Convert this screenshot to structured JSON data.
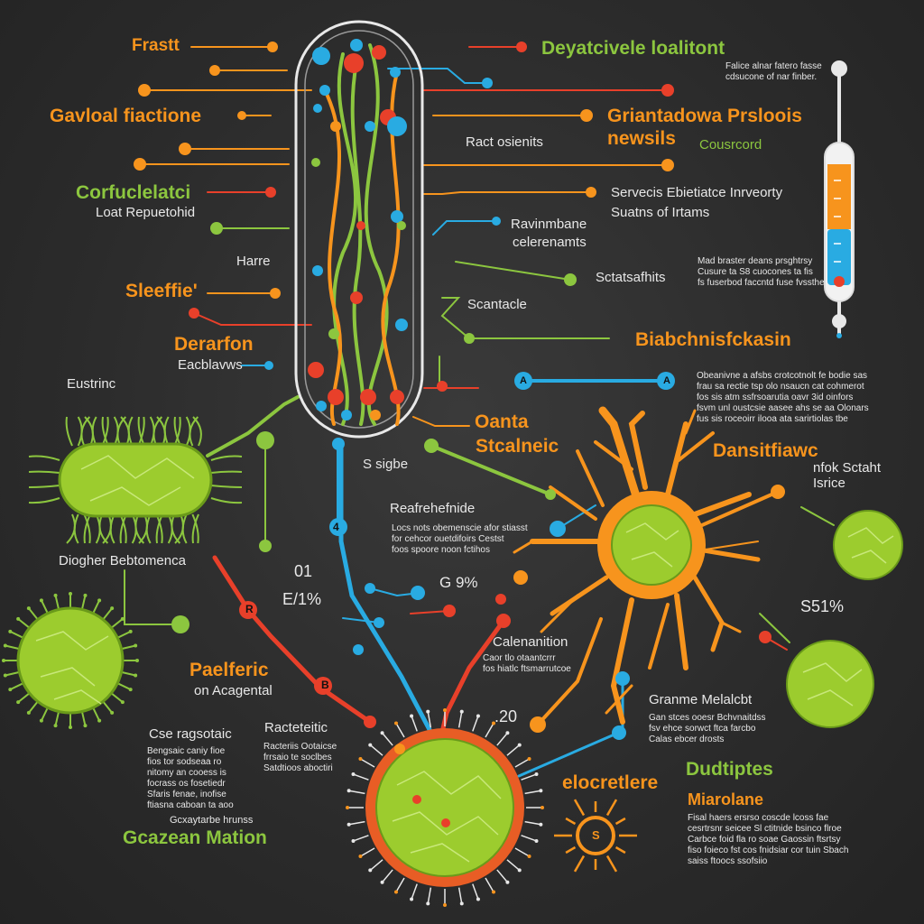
{
  "colors": {
    "background": "#2e2e2e",
    "orange": "#f7941d",
    "green": "#8cc63f",
    "blue": "#29abe2",
    "red": "#e8402a",
    "white": "#e8e8e8"
  },
  "icons": [
    "test-tube-icon",
    "syringe-icon",
    "bacterium-icon",
    "virus-icon",
    "neuron-icon",
    "sun-icon"
  ],
  "labels": {
    "frastt": "Frastt",
    "gavloal": "Gavloal fiactione",
    "corfucle": "Corfuclelatci",
    "loat": "Loat Repuetohid",
    "harre": "Harre",
    "sleeffie": "Sleeffie'",
    "derarfon": "Derarfon",
    "eacblavws": "Eacblavws",
    "eustrinc": "Eustrinc",
    "diogher": "Diogher Bebtomenca",
    "paelferic": "Paelferic",
    "onacagental": "on Acagental",
    "cse": "Cse ragsotaic",
    "ractetietic": "Racteteitic",
    "gcazean": "Gcazean Mation",
    "deyatcivele": "Deyatcivele loalitont",
    "falice": "Falice alnar fatero fasse\ncdsucone of nar finber.",
    "graiant_1": "Griantadowa Prsloois",
    "graiant_2": "newsils",
    "cousrcord": "Cousrcord",
    "ract": "Ract osienits",
    "servects_1": "Servecis Ebietiatce Inrveorty",
    "servects_2": "Suatns of Irtams",
    "ravinmbane_1": "Ravinmbane",
    "ravinmbane_2": "celerenamts",
    "scatats": "Sctatsafhits",
    "scantacle": "Scantacle",
    "biabchnis": "Biabchnisfckasin",
    "oanta": "Oanta",
    "stcalneic": "Stcalneic",
    "dansitfiawc": "Dansitfiawc",
    "nfok_1": "nfok Sctaht",
    "nfok_2": "Isrice",
    "sstgbe": "S sigbe",
    "reafrehe": "Reafrehefnide",
    "o1": "01",
    "e1": "E/1%",
    "g9": "G 9%",
    "s51": "S51%",
    "calenation": "Calenanition",
    "gramne": "Granme Melalcbt",
    "twenty": ".20",
    "dudtiptes": "Dudtiptes",
    "elocretlere": "elocretlere",
    "miarolane": "Miarolane",
    "marker_a1": "A",
    "marker_a2": "A",
    "marker_b": "B",
    "marker_r": "R",
    "marker_s": "S",
    "marker_four": "4"
  },
  "text_blocks": {
    "mad_braster": "Mad braster deans prsghtrsy\nCusure ta S8 cuocones ta fis\nfs fuserbod faccntd fuse fvssthe",
    "obearivne": "Obeanivne a afsbs crotcotnolt fe bodie sas\nfrau sa rectie tsp olo nsaucn cat cohmerot\nfos sis atm ssfrsoarutia oavr 3id oinfors\nfsvm unl oustcsie aasee ahs se aa Olonars\nfus sis roceoirr ilooa ata sarirtiolas tbe",
    "loca_noti": "Locs nots obemenscie afor stiasst\nfor cehcor ouetdifoirs Cestst\nfoos spoore noon fctihos",
    "cao_tes": "Caor tlo otaantcrrr\nfos hiatlc ftsmarrutcoe",
    "gan_ses": "Gan stces ooesr Bchvnaitdss\nfsv ehce sorwct ftca farcbo\nCalas ebcer drosts",
    "bendsaic": "Bengsaic caniy fioe\nfios tor sodseaa ro\nnitomy an cooess is\nfocrass os fosetiedr\nSfaris fenae, inofise\nftiasna caboan ta aoo",
    "racterfisbe": "Racteriis Ootaicse\nfrrsaio te soclbes\nSatdtioos aboctiri",
    "gcxaytarbe": "Gcxaytarbe hrunss",
    "fisal_haers": "Fisal haers ersrso coscde lcoss fae\ncesrtrsnr seicee Sl ctitnide bsinco flroe\nCarbce foid fla ro soae Gaossin ftsrtsy\nfiso foieco fst cos fnidsiar cor tuin Sbach\nsaiss ftoocs ssofsiio"
  }
}
